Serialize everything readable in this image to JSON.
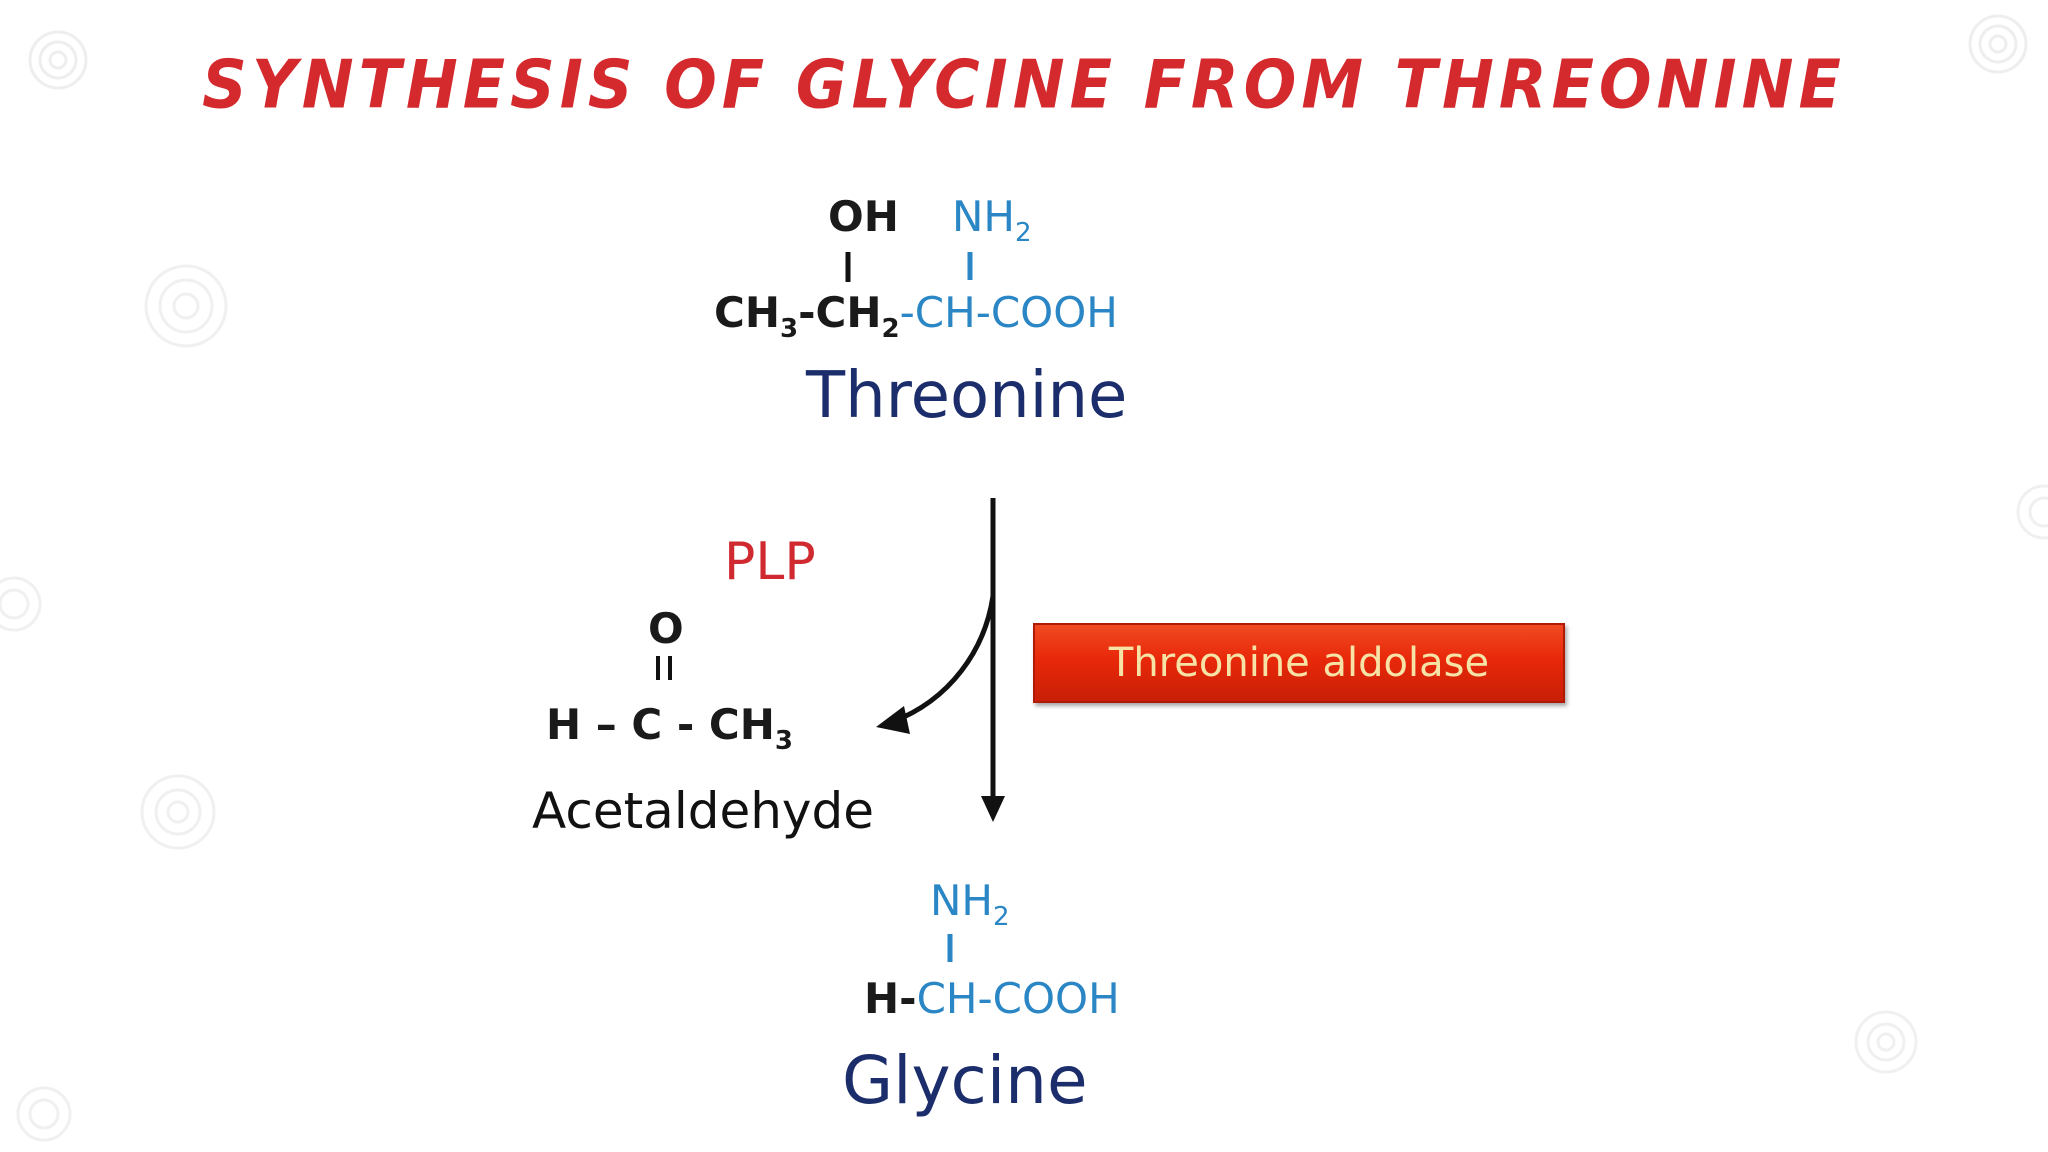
{
  "slide": {
    "title": "SYNTHESIS OF GLYCINE FROM THREONINE"
  },
  "threonine": {
    "oh": "OH",
    "nh2_main": "NH",
    "nh2_sub": "2",
    "ch3_main": "CH",
    "ch3_sub": "3",
    "ch2_main": "-CH",
    "ch2_sub": "2",
    "backbone": "-CH-COOH",
    "name": "Threonine"
  },
  "reaction": {
    "cofactor": "PLP",
    "enzyme": "Threonine aldolase"
  },
  "acetaldehyde": {
    "oxygen": "O",
    "formula_main": "H – C - CH",
    "formula_sub": "3",
    "name": "Acetaldehyde"
  },
  "glycine": {
    "nh2_main": "NH",
    "nh2_sub": "2",
    "h_prefix": "H-",
    "backbone": "CH-COOH",
    "name": "Glycine"
  },
  "colors": {
    "title": "#d42a2e",
    "amino_group": "#2a86c4",
    "compound_name": "#1b2e6b",
    "cofactor": "#d02a30",
    "enzyme_box": "#e8280a",
    "enzyme_text": "#f7e3a6"
  }
}
